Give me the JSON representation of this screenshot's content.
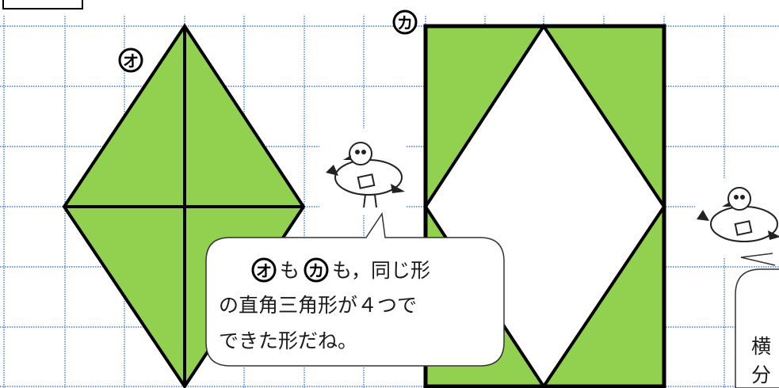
{
  "corner_box": {},
  "shapes": {
    "o": {
      "label": "オ",
      "fill": "#92d050"
    },
    "ka": {
      "label": "カ",
      "fill": "#92d050"
    }
  },
  "grid": {
    "line_color": "#3f7fd6"
  },
  "bubble_main": {
    "line1_label_o": "オ",
    "line1_mo1": "も",
    "line1_label_ka": "カ",
    "line1_rest": "も，同じ形",
    "line2": "の直角三角形が４つで",
    "line3": "できた形だね。"
  },
  "bubble_right": {
    "line1": "横",
    "line2": "分"
  },
  "mascot_icons": [
    "bird-reading-icon",
    "bird-reading-icon"
  ]
}
